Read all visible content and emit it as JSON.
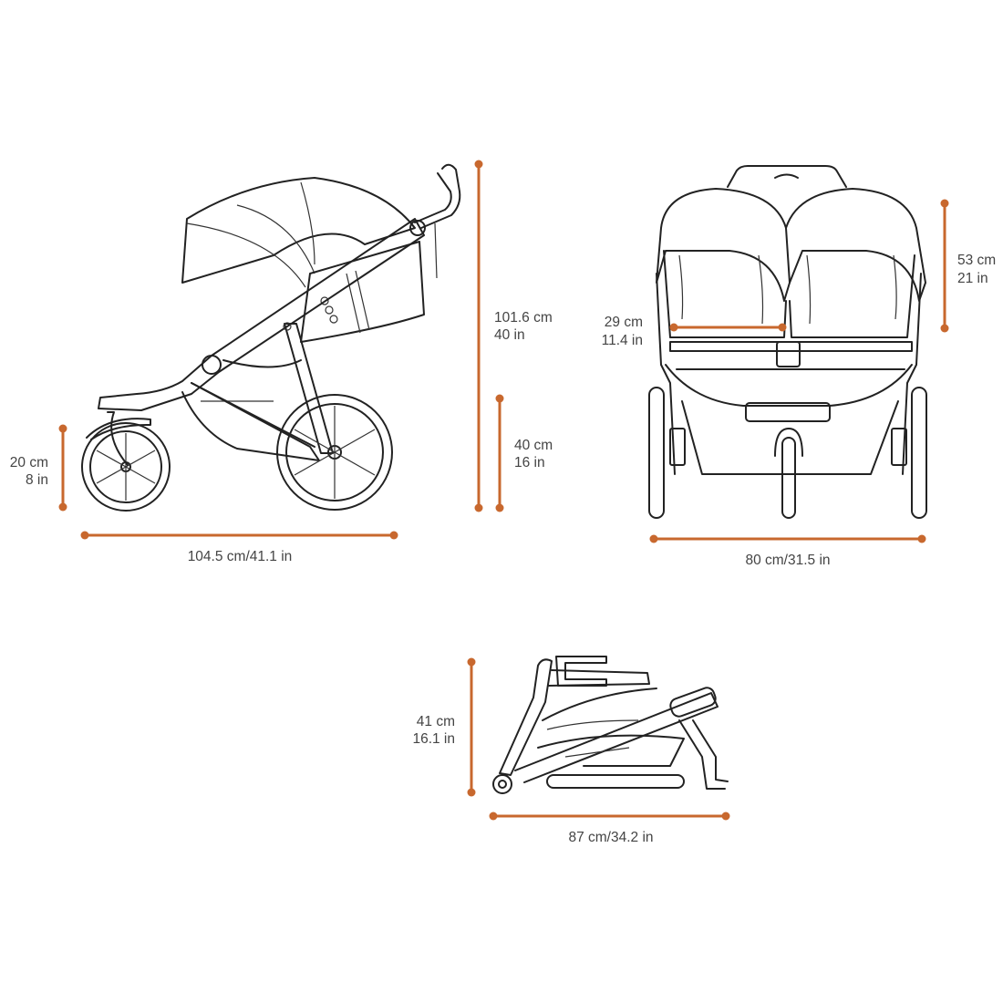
{
  "accent_color": "#c8682e",
  "side_view": {
    "total_height": {
      "cm": "101.6 cm",
      "in": "40 in"
    },
    "seat_height": {
      "cm": "40 cm",
      "in": "16 in"
    },
    "front_wheel": {
      "cm": "20 cm",
      "in": "8 in"
    },
    "length": "104.5 cm/41.1 in"
  },
  "front_view": {
    "seat_back_height": {
      "cm": "53 cm",
      "in": "21 in"
    },
    "seat_width": {
      "cm": "29 cm",
      "in": "11.4 in"
    },
    "width": "80 cm/31.5 in"
  },
  "folded_view": {
    "height": {
      "cm": "41 cm",
      "in": "16.1 in"
    },
    "length": "87 cm/34.2 in"
  }
}
